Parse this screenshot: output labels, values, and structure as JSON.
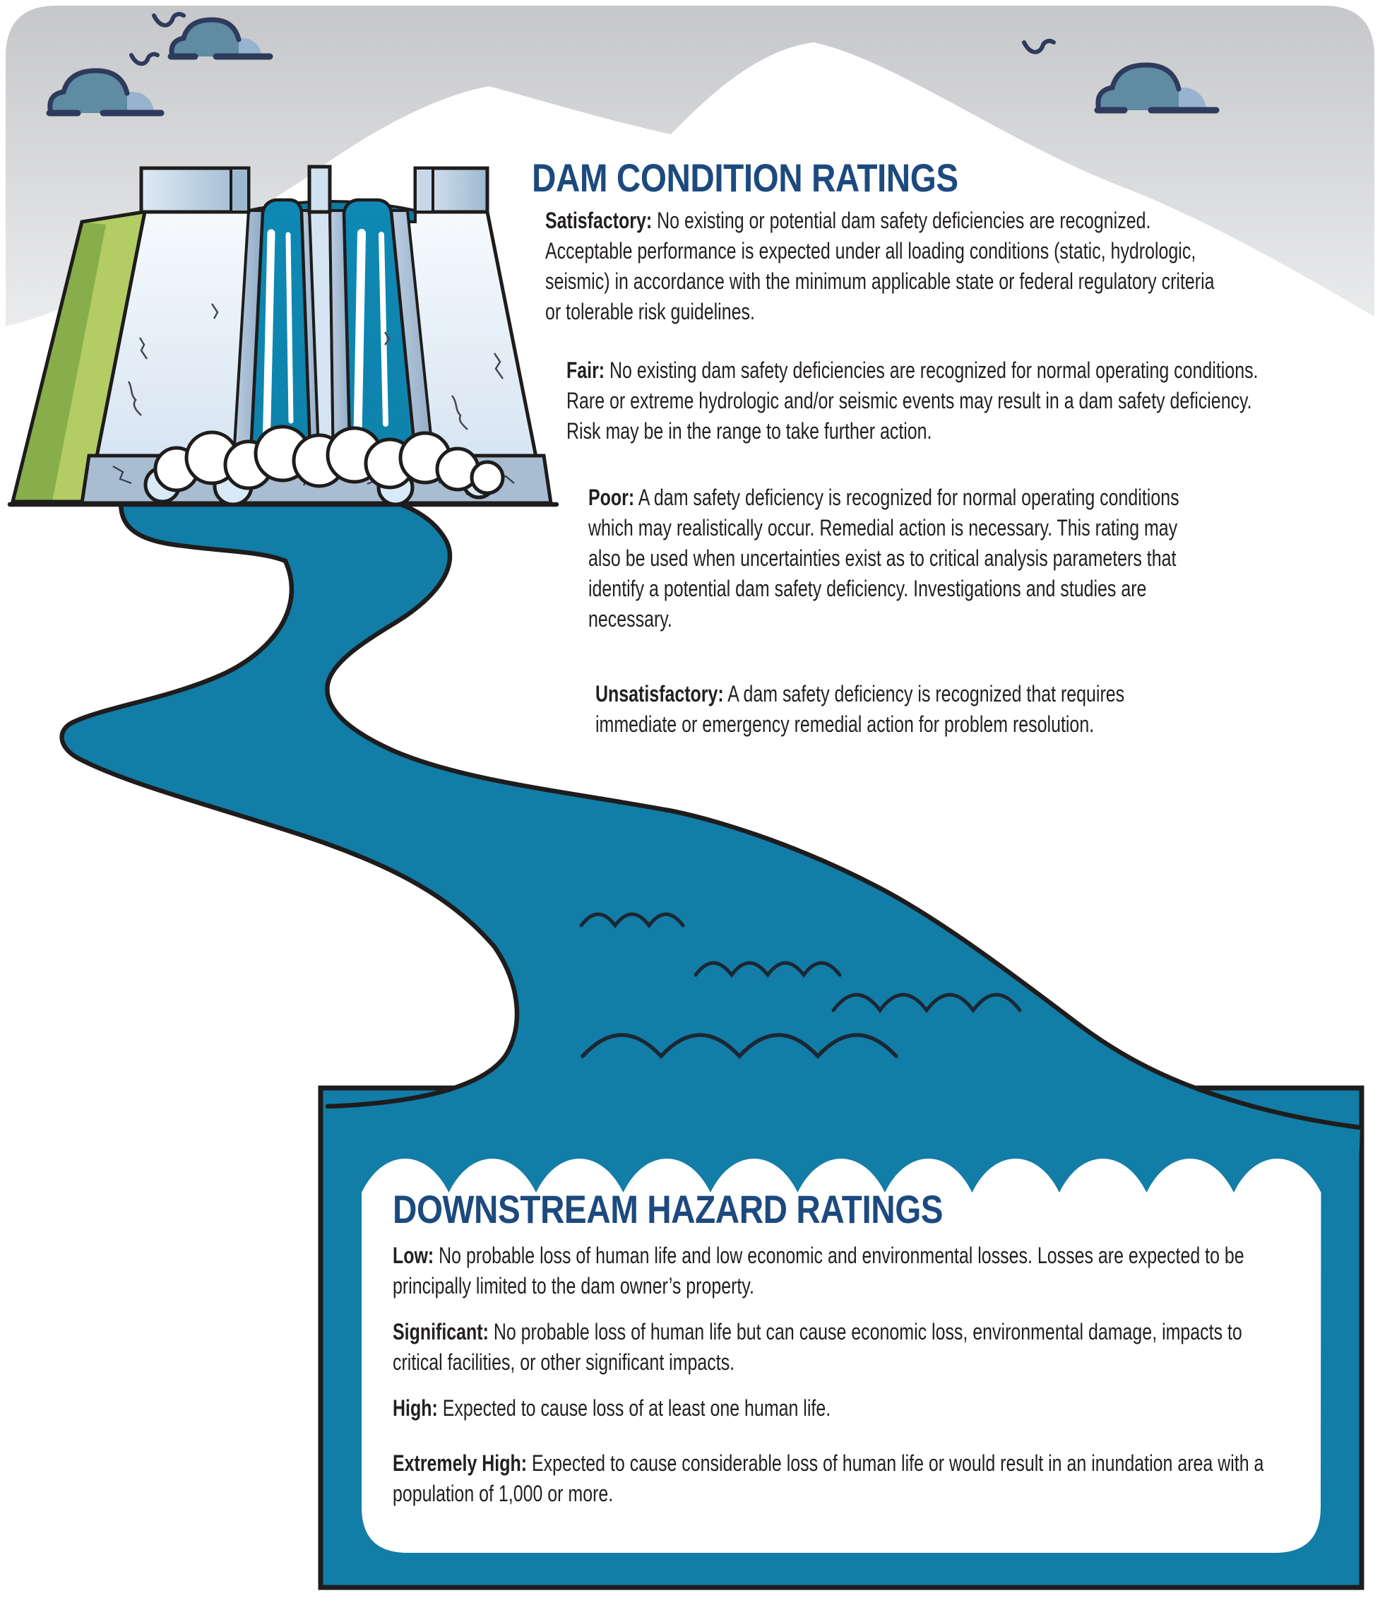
{
  "colors": {
    "teal": "#127da7",
    "navy": "#1d4a7e",
    "ink": "#1e1c1c",
    "ink-text": "#231f20",
    "sky-top": "#c6c7ca",
    "sky-bottom": "#ebeced",
    "cloud-main": "#5f8ba5",
    "cloud-light": "#97b3cf",
    "cloud-outline": "#2f3b5c",
    "embankment-green": "#b3cc64",
    "waterfall": "#0f86b0",
    "rock": "#a9bdd2"
  },
  "condition": {
    "title": "DAM CONDITION RATINGS",
    "items": [
      {
        "term": "Satisfactory:",
        "text": " No existing or potential dam safety deficiencies are recognized. Acceptable performance is expected under all loading conditions (static, hydrologic, seismic) in accordance with the minimum applicable state or federal regulatory criteria or tolerable risk guidelines."
      },
      {
        "term": "Fair:",
        "text": " No existing dam safety deficiencies are recognized for normal operating conditions. Rare or extreme hydrologic and/or seismic events may result in a dam safety deficiency. Risk may be in the range to take further action."
      },
      {
        "term": "Poor:",
        "text": " A dam safety deficiency is recognized for normal operating conditions which may realistically occur. Remedial action is necessary. This rating may also be used when uncertainties exist as to critical analysis parameters that identify a potential dam safety deficiency. Investigations and studies are necessary."
      },
      {
        "term": "Unsatisfactory:",
        "text": " A dam safety deficiency is recognized that requires immediate or emergency remedial action for problem resolution."
      }
    ]
  },
  "hazard": {
    "title": "DOWNSTREAM HAZARD RATINGS",
    "items": [
      {
        "term": "Low:",
        "text": " No probable loss of human life and low economic and environmental losses. Losses are expected to be principally limited to the dam owner’s property."
      },
      {
        "term": "Significant:",
        "text": " No probable loss of human life but can cause economic loss, environmental damage, impacts to critical facilities, or other significant impacts."
      },
      {
        "term": "High:",
        "text": " Expected to cause loss of at least one human life."
      },
      {
        "term": "Extremely High:",
        "text": " Expected to cause considerable loss of human life or would result in an inundation area with a population of 1,000 or more."
      }
    ]
  },
  "illustration": {
    "scene": [
      "sky",
      "clouds",
      "birds",
      "mountains",
      "dam",
      "waterfall",
      "river",
      "lake",
      "waves"
    ]
  }
}
